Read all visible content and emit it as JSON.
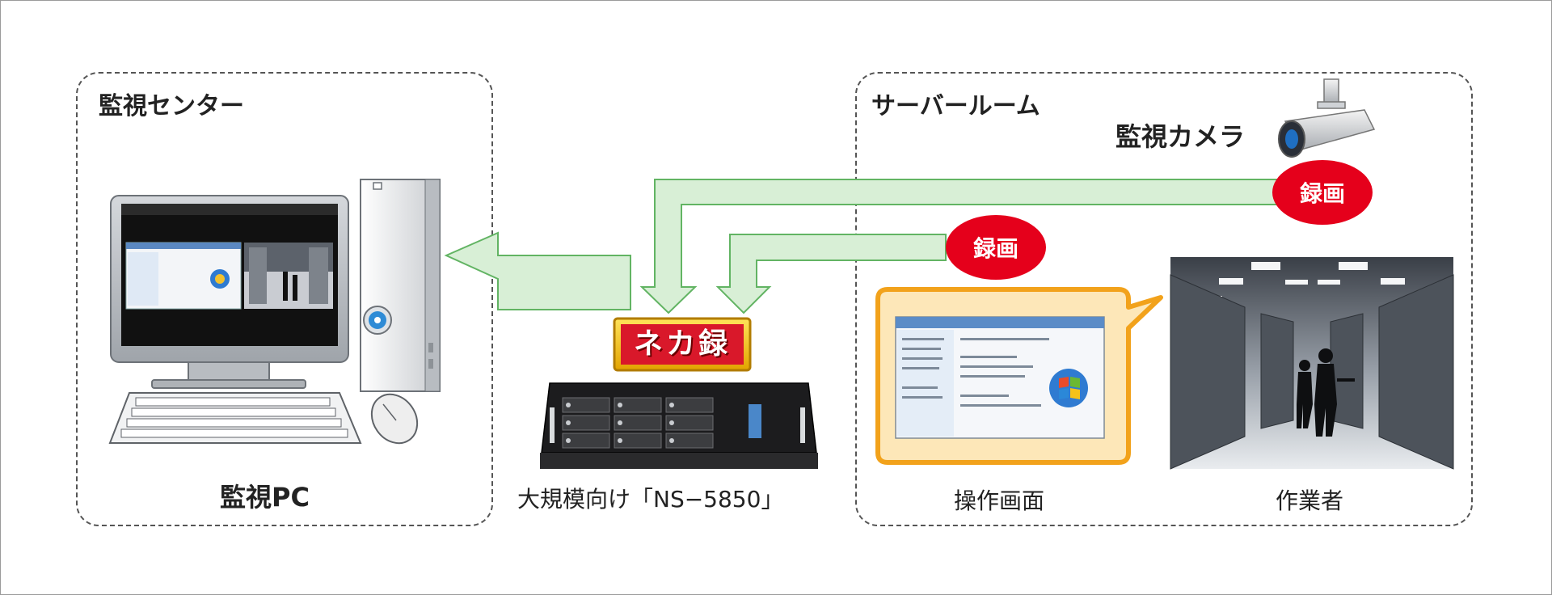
{
  "zones": {
    "monitoring_center": {
      "title": "監視センター"
    },
    "server_room": {
      "title": "サーバールーム"
    }
  },
  "devices": {
    "monitoring_pc": {
      "caption": "監視PC"
    },
    "recorder": {
      "logo": "ネカ録",
      "caption": "大規模向け「NS−5850」"
    },
    "camera": {
      "label": "監視カメラ"
    },
    "operation_screen": {
      "caption": "操作画面"
    },
    "worker": {
      "caption": "作業者"
    }
  },
  "badges": {
    "record_camera": "録画",
    "record_screen": "録画"
  },
  "colors": {
    "arrow_fill": "#d8efd6",
    "arrow_stroke": "#62b463",
    "badge_red": "#e5001b",
    "callout_orange": "#f2a21b",
    "callout_fill": "#fde7b8"
  }
}
